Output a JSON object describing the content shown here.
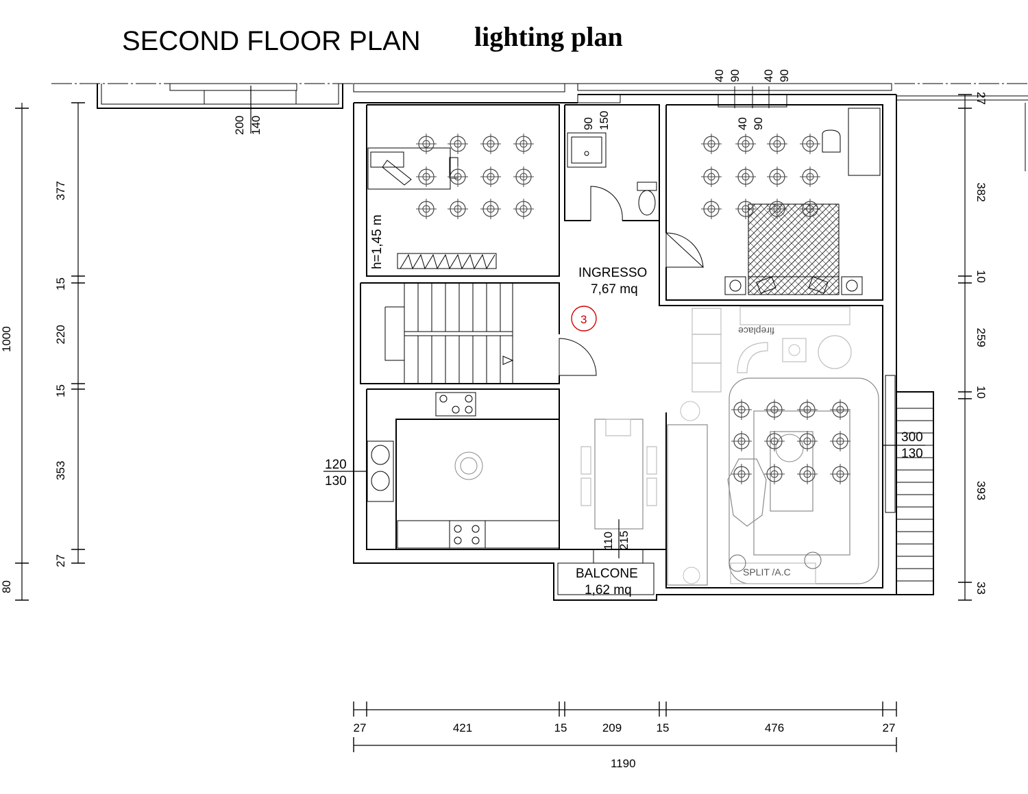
{
  "title": "SECOND FLOOR PLAN",
  "subtitle": "lighting plan",
  "rooms": {
    "entrance_name": "INGRESSO",
    "entrance_area": "7,67 mq",
    "balcony_name": "BALCONE",
    "balcony_area": "1,62 mq",
    "ceiling_height": "h=1,45 m",
    "fireplace": "fireplace",
    "split_ac": "SPLIT  /A.C",
    "marker": "3"
  },
  "dims_left_outer": {
    "total": "1000",
    "extra": "80"
  },
  "dims_left_inner": [
    "377",
    "15",
    "220",
    "15",
    "353",
    "27"
  ],
  "dims_right": [
    "27",
    "382",
    "10",
    "259",
    "10",
    "393",
    "33"
  ],
  "dims_bottom": [
    "27",
    "421",
    "15",
    "209",
    "15",
    "476",
    "27"
  ],
  "dims_bottom_total": "1190",
  "openings": {
    "top_window_a": [
      "200",
      "140"
    ],
    "top_window_b": [
      "90",
      "150"
    ],
    "top_window_c": [
      "40",
      "90"
    ],
    "top_dim_d": [
      "40",
      "90"
    ],
    "top_dim_e": [
      "40",
      "90"
    ],
    "left_window": [
      "120",
      "130"
    ],
    "right_window": [
      "300",
      "130"
    ],
    "bottom_door": [
      "110",
      "215"
    ]
  },
  "colors": {
    "marker": "#d00000",
    "furniture": "#8a8a8a",
    "ink": "#000000"
  }
}
